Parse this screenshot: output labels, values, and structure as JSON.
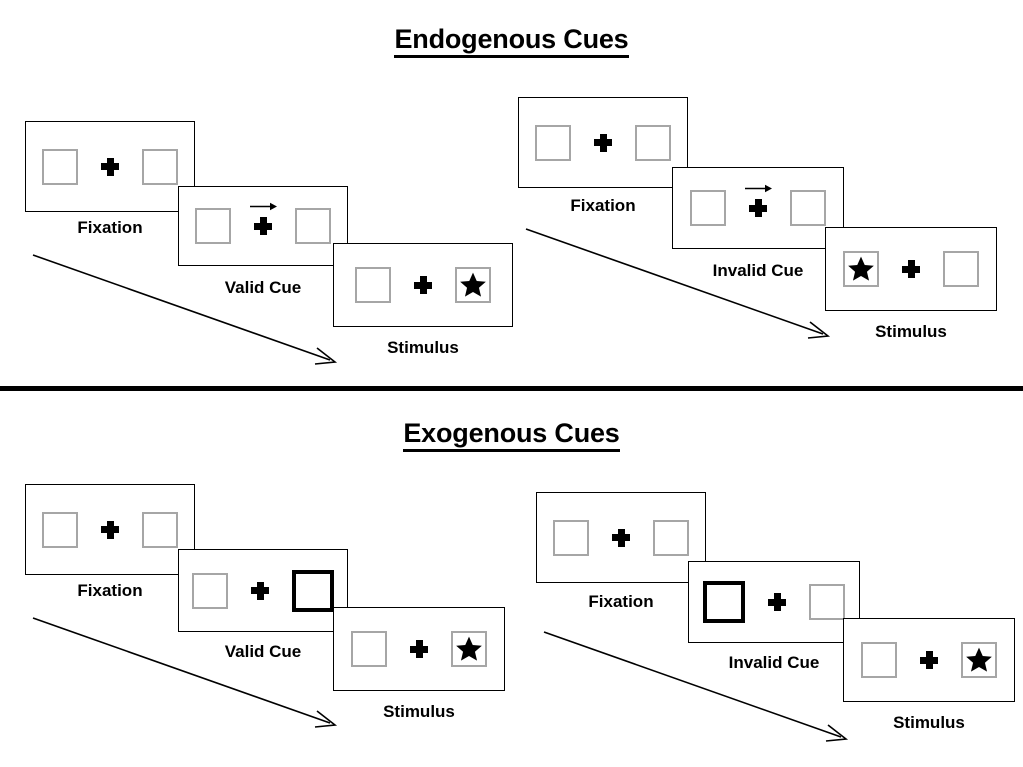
{
  "sections": [
    {
      "id": "endogenous",
      "title": "Endogenous Cues",
      "columns": [
        {
          "id": "endogenous-valid",
          "panels": [
            {
              "id": "endo-valid-fixation",
              "caption": "Fixation",
              "left_content": "empty",
              "right_content": "empty",
              "cue": "none"
            },
            {
              "id": "endo-valid-cue",
              "caption": "Valid Cue",
              "left_content": "empty",
              "right_content": "empty",
              "cue": "arrow-right"
            },
            {
              "id": "endo-valid-stimulus",
              "caption": "Stimulus",
              "left_content": "empty",
              "right_content": "star",
              "cue": "none"
            }
          ]
        },
        {
          "id": "endogenous-invalid",
          "panels": [
            {
              "id": "endo-invalid-fixation",
              "caption": "Fixation",
              "left_content": "empty",
              "right_content": "empty",
              "cue": "none"
            },
            {
              "id": "endo-invalid-cue",
              "caption": "Invalid Cue",
              "left_content": "empty",
              "right_content": "empty",
              "cue": "arrow-right"
            },
            {
              "id": "endo-invalid-stimulus",
              "caption": "Stimulus",
              "left_content": "star",
              "right_content": "empty",
              "cue": "none"
            }
          ]
        }
      ]
    },
    {
      "id": "exogenous",
      "title": "Exogenous Cues",
      "columns": [
        {
          "id": "exogenous-valid",
          "panels": [
            {
              "id": "exo-valid-fixation",
              "caption": "Fixation",
              "left_content": "empty",
              "right_content": "empty",
              "cue": "none"
            },
            {
              "id": "exo-valid-cue",
              "caption": "Valid Cue",
              "left_content": "empty",
              "right_content": "empty",
              "cue": "highlight-right"
            },
            {
              "id": "exo-valid-stimulus",
              "caption": "Stimulus",
              "left_content": "empty",
              "right_content": "star",
              "cue": "none"
            }
          ]
        },
        {
          "id": "exogenous-invalid",
          "panels": [
            {
              "id": "exo-invalid-fixation",
              "caption": "Fixation",
              "left_content": "empty",
              "right_content": "empty",
              "cue": "none"
            },
            {
              "id": "exo-invalid-cue",
              "caption": "Invalid Cue",
              "left_content": "empty",
              "right_content": "empty",
              "cue": "highlight-left"
            },
            {
              "id": "exo-invalid-stimulus",
              "caption": "Stimulus",
              "left_content": "empty",
              "right_content": "star",
              "cue": "none"
            }
          ]
        }
      ]
    }
  ],
  "colors": {
    "box_border": "#a6a6a6",
    "cued_box_border": "#000000",
    "frame_border": "#000000",
    "star_fill": "#000000",
    "divider": "#000000",
    "background": "#ffffff"
  }
}
